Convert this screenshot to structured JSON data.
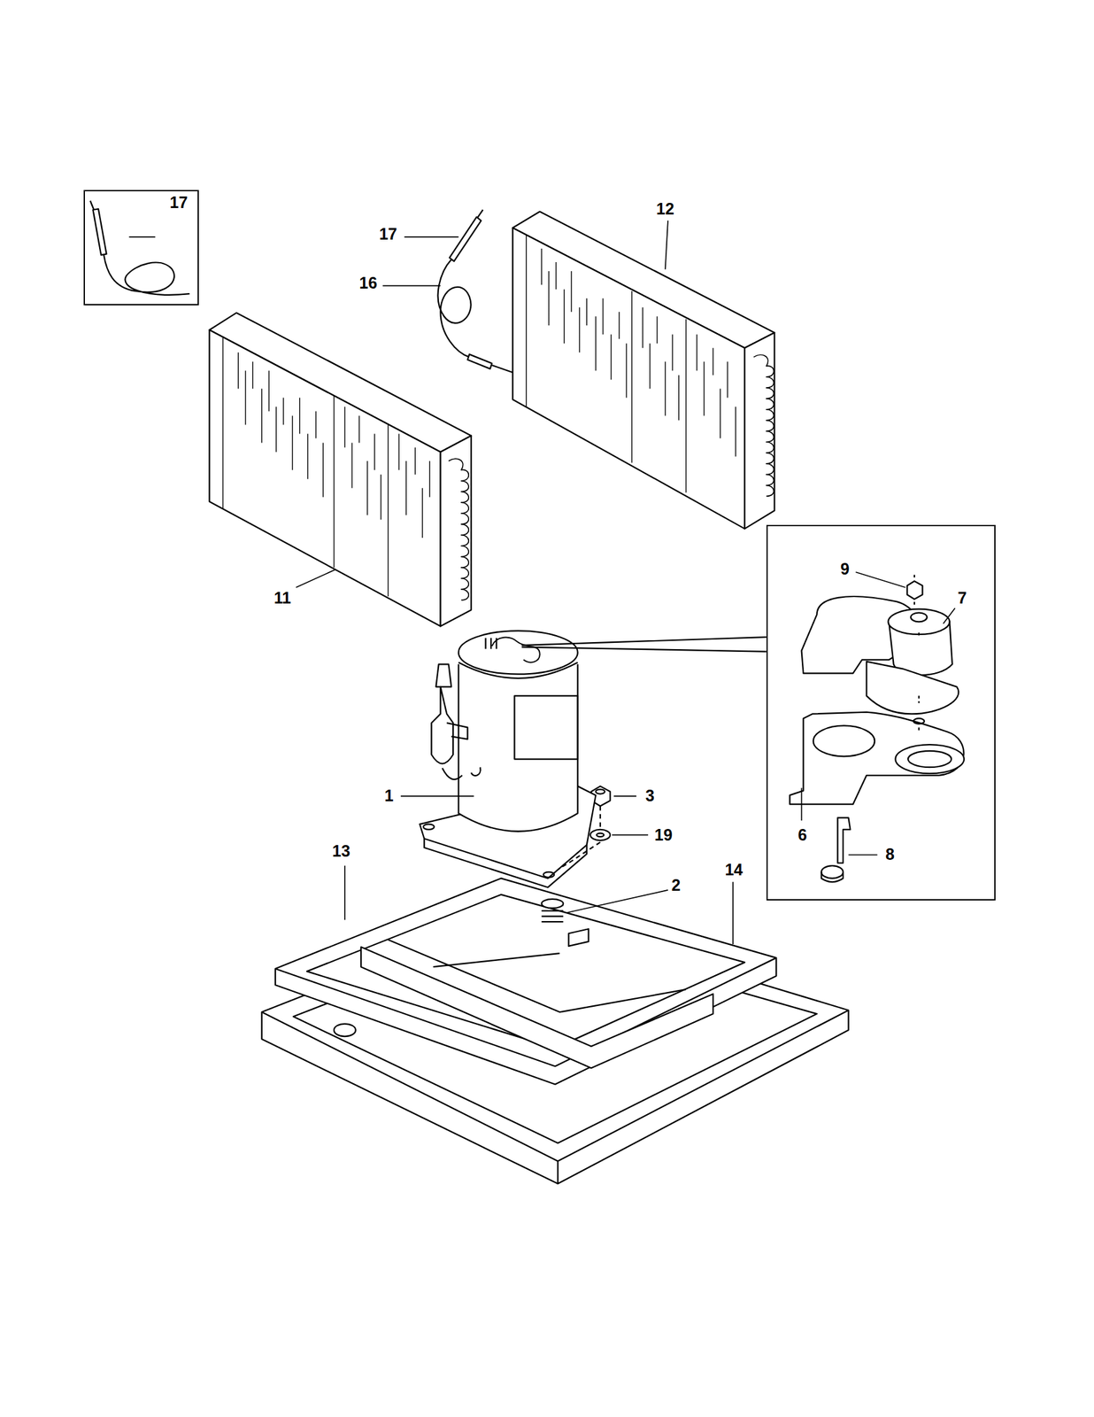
{
  "diagram": {
    "nodes": [
      {
        "text": [
          "17"
        ]
      },
      {
        "text": [
          "9",
          "7",
          "6",
          "8"
        ]
      }
    ],
    "labels": [
      "17",
      "16",
      "12",
      "11",
      "1",
      "3",
      "19",
      "13",
      "2",
      "14"
    ]
  }
}
